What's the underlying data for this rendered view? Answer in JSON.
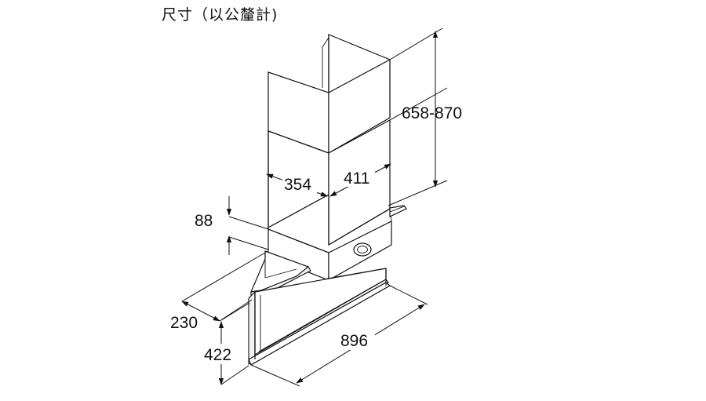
{
  "title": "尺寸（以公釐計)",
  "dimensions": {
    "chimney_height": "658-870",
    "chimney_width": "354",
    "chimney_depth": "411",
    "body_height": "88",
    "hood_depth": "230",
    "glass_height": "422",
    "overall_width": "896"
  }
}
